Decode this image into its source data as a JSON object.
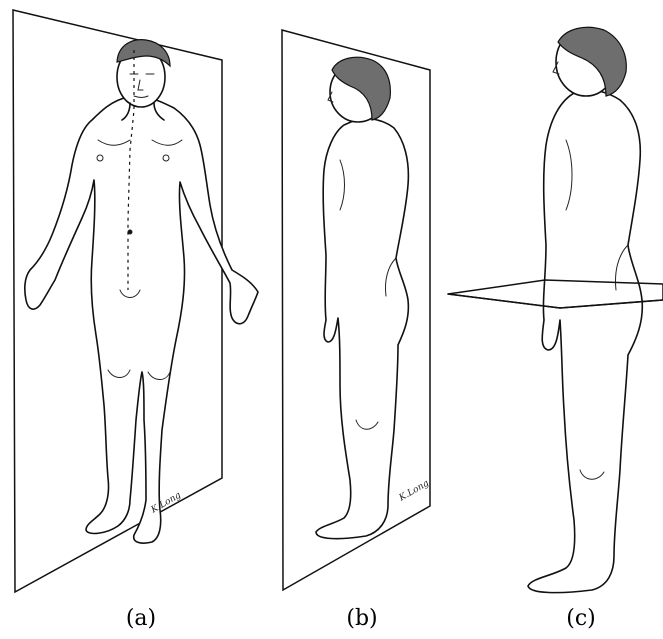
{
  "figure": {
    "panels": [
      {
        "id": "a",
        "caption": "(a)",
        "plane": "midsagittal",
        "signature": "K.Long"
      },
      {
        "id": "b",
        "caption": "(b)",
        "plane": "sagittal",
        "signature": "K.Long"
      },
      {
        "id": "c",
        "caption": "(c)",
        "plane": "transverse"
      }
    ]
  }
}
